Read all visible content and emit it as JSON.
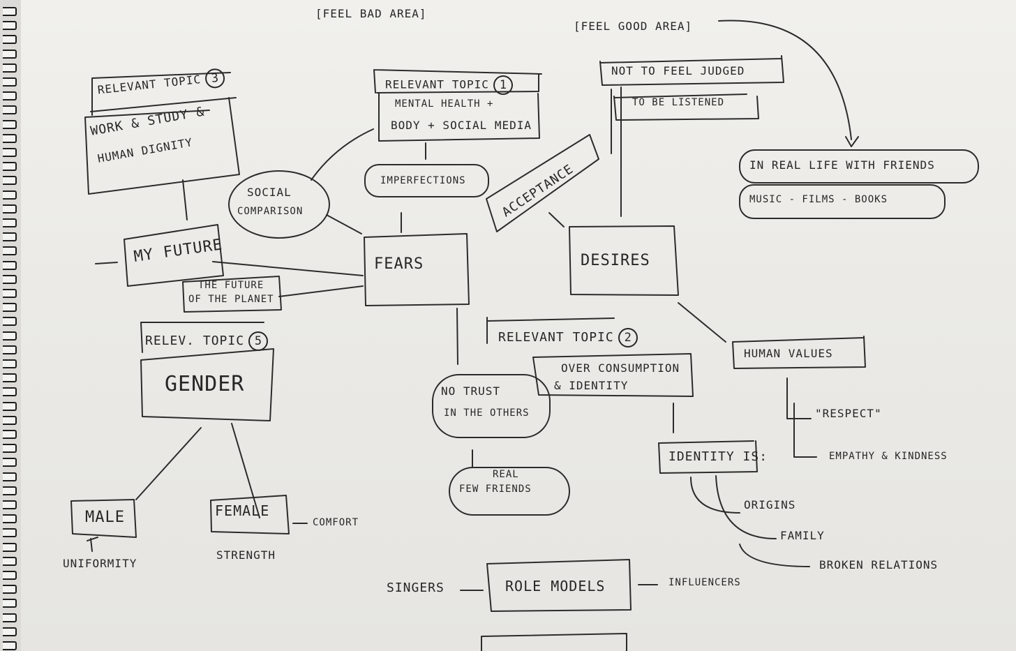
{
  "areas": {
    "feel_bad": "[FEEL BAD AREA]",
    "feel_good": "[FEEL GOOD AREA]"
  },
  "topics": {
    "topic1": {
      "label": "RELEVANT TOPIC",
      "number": "1",
      "line1": "MENTAL HEALTH +",
      "line2": "BODY + SOCIAL MEDIA"
    },
    "topic2": {
      "label": "RELEVANT TOPIC",
      "number": "2",
      "line1": "OVER CONSUMPTION",
      "line2": "& IDENTITY"
    },
    "topic3": {
      "label": "RELEVANT TOPIC",
      "number": "3",
      "line1": "WORK & STUDY &",
      "line2": "HUMAN DIGNITY"
    },
    "topic5": {
      "label": "RELEV. TOPIC",
      "number": "5",
      "body": "GENDER"
    }
  },
  "nodes": {
    "fears": "FEARS",
    "desires": "DESIRES",
    "my_future": "MY FUTURE",
    "future_planet_1": "THE FUTURE",
    "future_planet_2": "OF THE PLANET",
    "social_comparison_1": "SOCIAL",
    "social_comparison_2": "COMPARISON",
    "imperfections": "IMPERFECTIONS",
    "acceptance": "ACCEPTANCE",
    "not_judged": "NOT TO FEEL JUDGED",
    "listened": "TO BE LISTENED",
    "real_life": "IN REAL LIFE WITH FRIENDS",
    "music": "MUSIC - FILMS - BOOKS",
    "no_trust_1": "NO TRUST",
    "no_trust_2": "IN THE OTHERS",
    "real_1": "REAL",
    "real_2": "FEW FRIENDS",
    "human_values": "HUMAN VALUES",
    "respect": "\"RESPECT\"",
    "empathy": "EMPATHY & KINDNESS",
    "identity": "IDENTITY IS:",
    "origins": "ORIGINS",
    "family": "FAMILY",
    "broken": "BROKEN RELATIONS",
    "male": "MALE",
    "female": "FEMALE",
    "comfort": "COMFORT",
    "uniformity": "UNIFORMITY",
    "strength": "STRENGTH",
    "singers": "SINGERS",
    "role_models": "ROLE MODELS",
    "influencers": "INFLUENCERS"
  },
  "colors": {
    "ink": "#2b2b2b",
    "paper": "#efeeea"
  }
}
